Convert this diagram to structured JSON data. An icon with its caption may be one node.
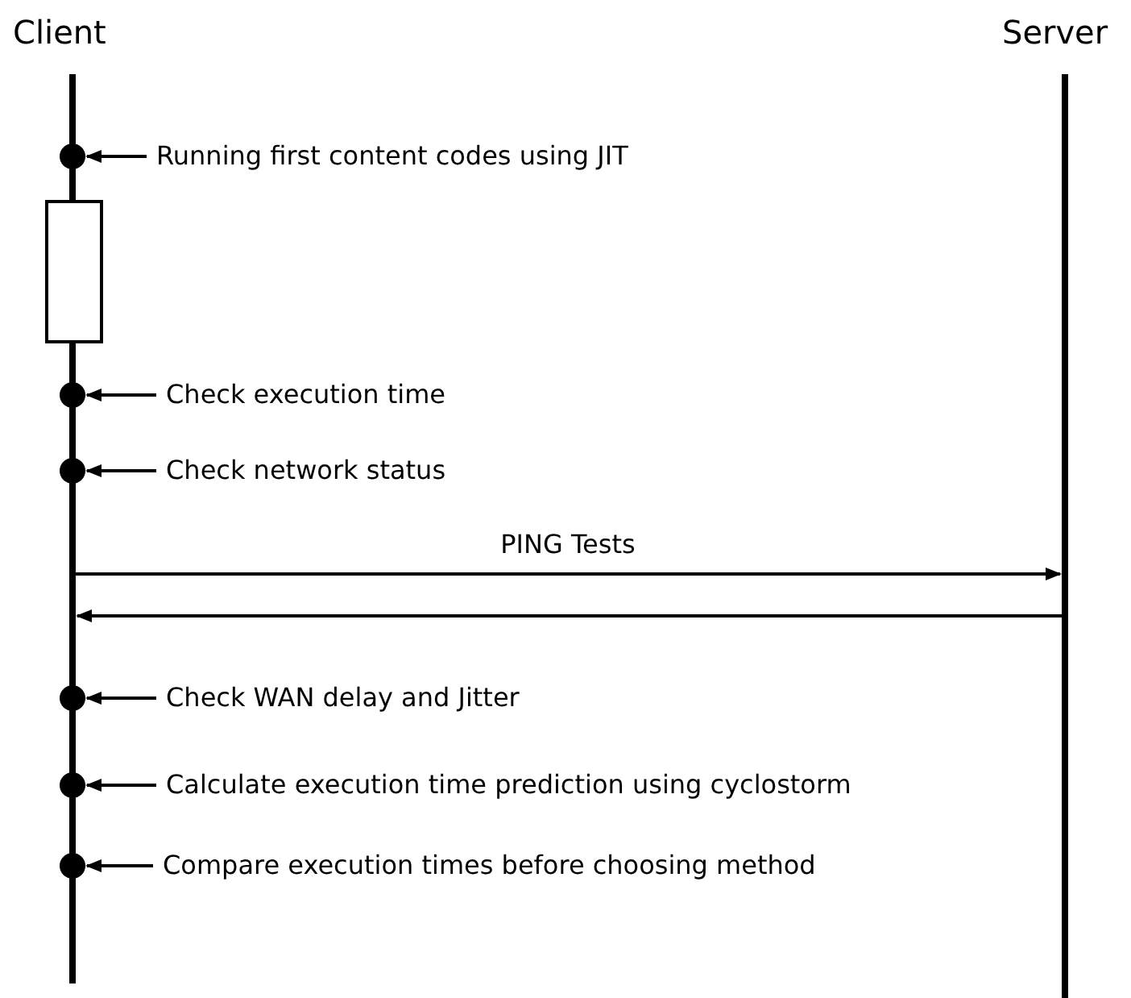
{
  "diagram": {
    "nodes": [
      {
        "text": [
          "Client"
        ]
      },
      {
        "text": [
          "Server"
        ]
      },
      {
        "text": [],
        "shape": "circle"
      },
      {
        "text": [
          "Running first content codes using JIT"
        ]
      },
      {
        "text": [],
        "shape": "box"
      },
      {
        "text": [],
        "shape": "circle"
      },
      {
        "text": [
          "Check execution time"
        ]
      },
      {
        "text": [],
        "shape": "circle"
      },
      {
        "text": [
          "Check network status"
        ]
      },
      {
        "text": [],
        "shape": "circle"
      },
      {
        "text": [
          "Check WAN delay and Jitter"
        ]
      },
      {
        "text": [],
        "shape": "circle"
      },
      {
        "text": [
          "Calculate execution time prediction using cyclostorm"
        ]
      },
      {
        "text": [],
        "shape": "circle"
      },
      {
        "text": [
          "Compare execution times before choosing method"
        ]
      }
    ],
    "edges": [
      {
        "from": 3,
        "to": 2,
        "arrow": "to"
      },
      {
        "from": 6,
        "to": 5,
        "arrow": "to"
      },
      {
        "from": 8,
        "to": 7,
        "arrow": "to"
      },
      {
        "from": 0,
        "to": 1,
        "arrow": "to",
        "label": "PING Tests"
      },
      {
        "from": 1,
        "to": 0,
        "arrow": "to"
      },
      {
        "from": 10,
        "to": 9,
        "arrow": "to"
      },
      {
        "from": 12,
        "to": 11,
        "arrow": "to"
      },
      {
        "from": 14,
        "to": 13,
        "arrow": "to"
      }
    ]
  }
}
